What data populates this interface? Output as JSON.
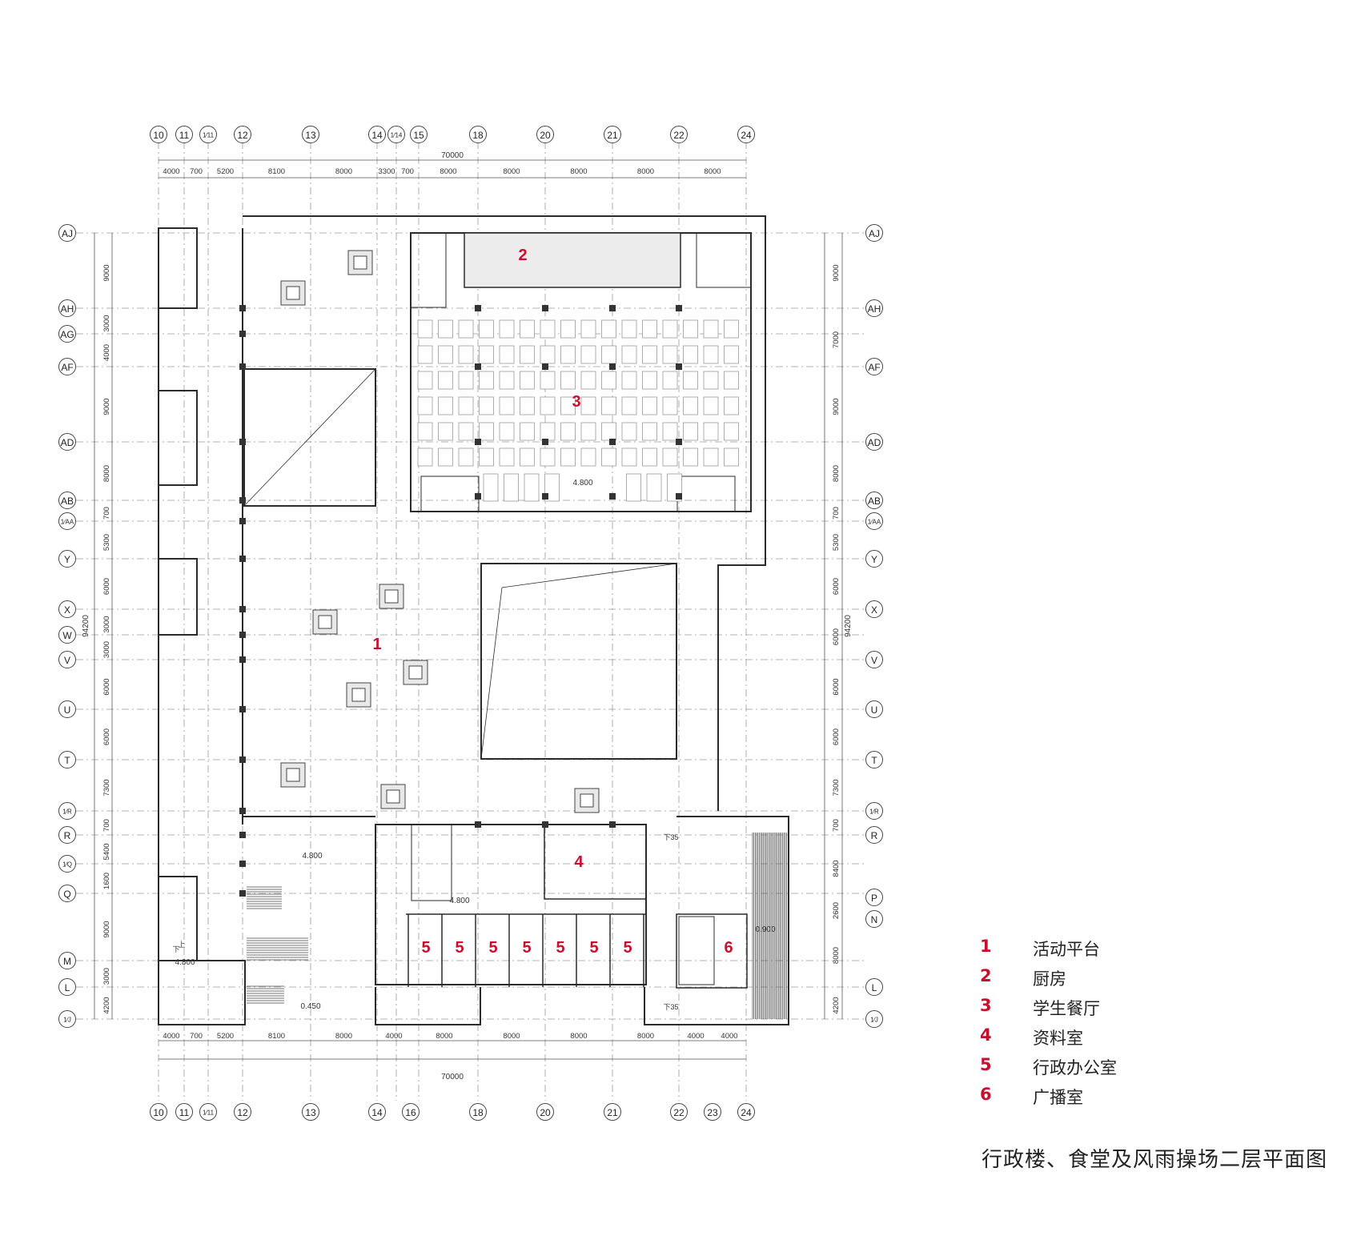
{
  "grid_top": [
    "10",
    "11",
    "1/11",
    "12",
    "13",
    "14",
    "1/14",
    "15",
    "18",
    "20",
    "21",
    "22",
    "24"
  ],
  "grid_bottom": [
    "10",
    "11",
    "1/11",
    "12",
    "13",
    "14",
    "16",
    "18",
    "20",
    "21",
    "22",
    "23",
    "24"
  ],
  "grid_rows": [
    "AJ",
    "AH",
    "AG",
    "AF",
    "AD",
    "AB",
    "1/AA",
    "Y",
    "X",
    "W",
    "V",
    "U",
    "T",
    "1/R",
    "R",
    "1/Q",
    "Q",
    "M",
    "L",
    "1/J"
  ],
  "grid_rows_right": [
    "AJ",
    "AH",
    "AF",
    "AD",
    "AB",
    "1/AA",
    "Y",
    "X",
    "V",
    "U",
    "T",
    "1/R",
    "R",
    "P",
    "N",
    "L",
    "1/J"
  ],
  "dims_top": [
    "4000",
    "700",
    "5200",
    "8100",
    "8000",
    "3300",
    "700",
    "8000",
    "8000",
    "8000",
    "8000",
    "8000"
  ],
  "dims_bottom": [
    "4000",
    "700",
    "5200",
    "8100",
    "8000",
    "4000",
    "8000",
    "8000",
    "8000",
    "8000",
    "4000",
    "4000"
  ],
  "overall_width": "70000",
  "overall_depth": "94200",
  "dims_left": [
    "9000",
    "3000",
    "4000",
    "9000",
    "8000",
    "700",
    "5300",
    "6000",
    "3000",
    "3000",
    "6000",
    "6000",
    "7300",
    "700",
    "5400",
    "1600",
    "9000",
    "3000",
    "4200"
  ],
  "dims_right": [
    "9000",
    "7000",
    "9000",
    "8000",
    "700",
    "5300",
    "6000",
    "6000",
    "6000",
    "6000",
    "7300",
    "700",
    "8400",
    "2600",
    "8000",
    "4200"
  ],
  "elevations": [
    "4.800",
    "4.800",
    "4.800",
    "4.800",
    "0.450",
    "0.900"
  ],
  "stair_marks": [
    "上",
    "下",
    "下35",
    "下35"
  ],
  "room_tags": [
    {
      "num": "1"
    },
    {
      "num": "2"
    },
    {
      "num": "3"
    },
    {
      "num": "4"
    },
    {
      "num": "5"
    },
    {
      "num": "5"
    },
    {
      "num": "5"
    },
    {
      "num": "5"
    },
    {
      "num": "5"
    },
    {
      "num": "5"
    },
    {
      "num": "5"
    },
    {
      "num": "6"
    }
  ],
  "legend": [
    {
      "num": "1",
      "label": "活动平台"
    },
    {
      "num": "2",
      "label": "厨房"
    },
    {
      "num": "3",
      "label": "学生餐厅"
    },
    {
      "num": "4",
      "label": "资料室"
    },
    {
      "num": "5",
      "label": "行政办公室"
    },
    {
      "num": "6",
      "label": "广播室"
    }
  ],
  "title": "行政楼、食堂及风雨操场二层平面图",
  "colors": {
    "line": "#2b2b2b",
    "grid": "#9a9a9a",
    "accent": "#c8102e"
  }
}
